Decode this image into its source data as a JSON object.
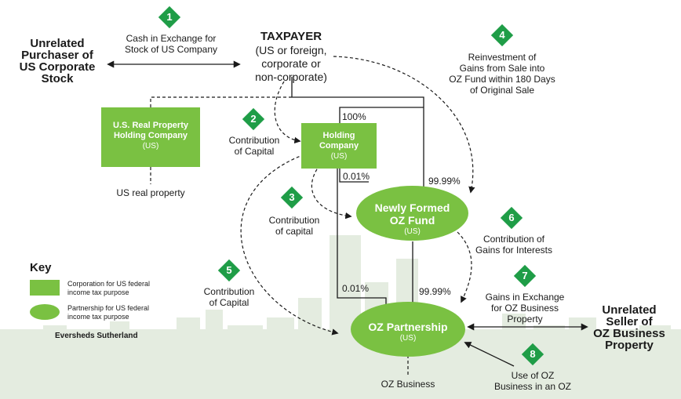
{
  "colors": {
    "entity_green": "#7ac142",
    "step_green": "#1f9d47",
    "text": "#1a1a1a",
    "skyline": "#e4ece0"
  },
  "taxpayer": {
    "title": "TAXPAYER",
    "line1": "(US or foreign,",
    "line2": "corporate or",
    "line3": "non-corporate)"
  },
  "purchaser": {
    "line1": "Unrelated",
    "line2": "Purchaser of",
    "line3": "US Corporate",
    "line4": "Stock"
  },
  "seller": {
    "line1": "Unrelated",
    "line2": "Seller of",
    "line3": "OZ Business",
    "line4": "Property"
  },
  "entities": {
    "real_property_co": {
      "line1": "U.S. Real Property",
      "line2": "Holding Company",
      "jurisdiction": "(US)"
    },
    "holding_co": {
      "line1": "Holding",
      "line2": "Company",
      "jurisdiction": "(US)"
    },
    "oz_fund": {
      "line1": "Newly Formed",
      "line2": "OZ Fund",
      "jurisdiction": "(US)"
    },
    "oz_partnership": {
      "line1": "OZ Partnership",
      "jurisdiction": "(US)"
    }
  },
  "ownership": {
    "holding_pct": "100%",
    "fund_by_holding": "0.01%",
    "fund_by_taxpayer": "99.99%",
    "partnership_by_holding": "0.01%",
    "partnership_by_fund": "99.99%"
  },
  "assets": {
    "real_property": "US real property",
    "oz_business": "OZ Business"
  },
  "steps": [
    {
      "num": "1",
      "line1": "Cash in Exchange for",
      "line2": "Stock of US Company"
    },
    {
      "num": "2",
      "line1": "Contribution",
      "line2": "of Capital"
    },
    {
      "num": "3",
      "line1": "Contribution",
      "line2": "of capital"
    },
    {
      "num": "4",
      "line1": "Reinvestment of",
      "line2": "Gains from Sale into",
      "line3": "OZ Fund within 180 Days",
      "line4": "of Original Sale"
    },
    {
      "num": "5",
      "line1": "Contribution",
      "line2": "of Capital"
    },
    {
      "num": "6",
      "line1": "Contribution of",
      "line2": "Gains for Interests"
    },
    {
      "num": "7",
      "line1": "Gains in Exchange",
      "line2": "for OZ Business",
      "line3": "Property"
    },
    {
      "num": "8",
      "line1": "Use of OZ",
      "line2": "Business in an OZ"
    }
  ],
  "key": {
    "title": "Key",
    "corp_line1": "Corporation for US federal",
    "corp_line2": "income tax purpose",
    "partner_line1": "Partnership for US federal",
    "partner_line2": "income tax purpose",
    "firm": "Eversheds Sutherland"
  }
}
